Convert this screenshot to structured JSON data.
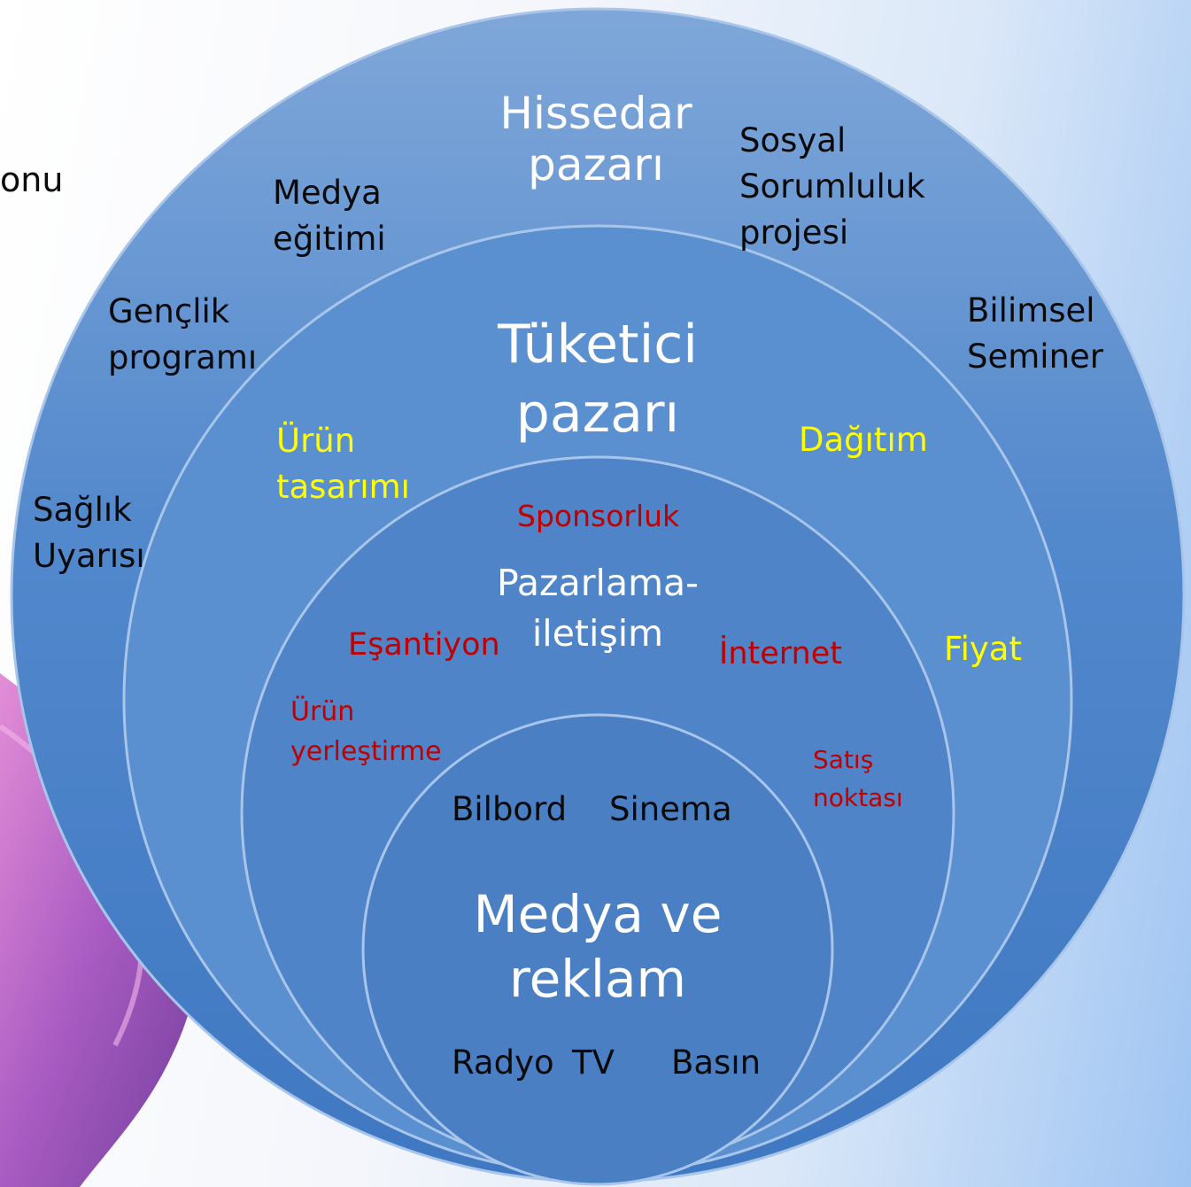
{
  "fragment_text": "onu",
  "rings": {
    "outer": {
      "title": "Hissedar\npazarı",
      "items": {
        "medya_egitimi": "Medya\neğitimi",
        "sosyal_sorumluluk": "Sosyal\nSorumluluk\nprojesi",
        "genclik_programi": "Gençlik\nprogramı",
        "bilimsel_seminer": "Bilimsel\nSeminer",
        "saglik_uyarisi": "Sağlık\nUyarısı"
      }
    },
    "consumer": {
      "title": "Tüketici\npazarı",
      "items": {
        "urun_tasarimi": "Ürün\ntasarımı",
        "dagitim": "Dağıtım",
        "fiyat": "Fiyat"
      }
    },
    "marketing": {
      "title": "Pazarlama-\niletişim",
      "items": {
        "sponsorluk": "Sponsorluk",
        "esantiyon": "Eşantiyon",
        "internet": "İnternet",
        "urun_yerlestirme": "Ürün\nyerleştirme",
        "satis_noktasi": "Satış\nnoktası"
      }
    },
    "media": {
      "title": "Medya ve\nreklam",
      "items": {
        "bilbord": "Bilbord",
        "sinema": "Sinema",
        "radyo": "Radyo",
        "tv": "TV",
        "basin": "Basın"
      }
    }
  },
  "colors": {
    "ring_fill": "#4f86c9",
    "ring_stroke": "#9cbde6",
    "label_dark": "#0a0a0a",
    "label_light": "#ffffff",
    "label_yellow": "#ffff00",
    "label_red": "#c00000"
  }
}
